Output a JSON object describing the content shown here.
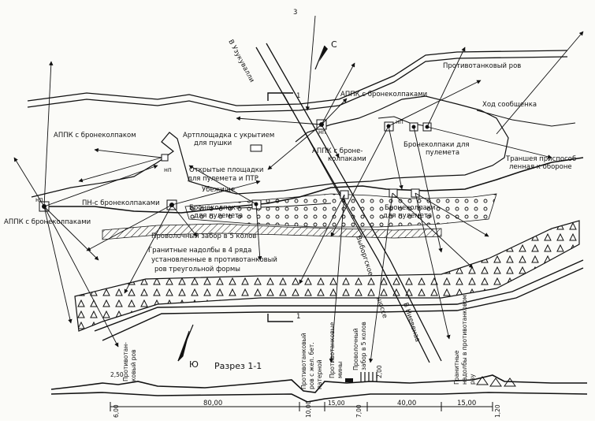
{
  "labels": {
    "top_number": "3",
    "north": "С",
    "south": "Ю",
    "road_top": "В Узукувалли",
    "anti_tank_ditch": "Противотанковый ров",
    "appk_top": "АППК с бронеколпаками",
    "communication_trench": "Ход сообщенка",
    "appk_left": "АППК с бронеколпаком",
    "art_platform_1": "Артплощадка с укрытием",
    "art_platform_2": "для пушки",
    "appk_center_1": "АППК  с броне-",
    "appk_center_2": "колпаками",
    "np": "нп",
    "bronekolpaki_mg_1": "Бронеколпаки  для",
    "bronekolpaki_mg_2": "пулемета",
    "trench_1": "Траншея приспособ",
    "trench_2": "ленная к обороне",
    "open_pos_1": "Открытые площадки",
    "open_pos_2": "для пулемета и ПТР",
    "shelter": "Убежище",
    "pn": "ПН-с бронеколпаками",
    "bronekolpak_mg_1": "Бронеколпак",
    "bronekolpak_mg_2": "для пулемета",
    "bronekolpaki_mg_r1": "Бронеколпаки",
    "bronekolpaki_mg_r2": "для пулемета",
    "appk_bottom_left": "АППК с бронеколпаками",
    "wire_fence": "Проволочный забор в 5 колов",
    "granite_1": "Гранитные надолбы в 4 ряда",
    "granite_2": "установленные в противотанковый",
    "granite_3": "ров треугольной формы",
    "highway_vyborg": "Выборгское",
    "highway_word": "шоссе",
    "road_nieven": "В Ниевенаа",
    "section_title": "Разрез 1-1",
    "section_mark": "1",
    "sec_ditch_1": "Противотан-",
    "sec_ditch_2": "ковый ров",
    "sec_rail_1": "Противотанковый",
    "sec_rail_2": "ров с жел. бет.",
    "sec_rail_3": "патерной",
    "sec_mines_1": "Противотанковые",
    "sec_mines_2": "мины",
    "sec_wire_1": "Проволочный",
    "sec_wire_2": "забор в 5 колов",
    "sec_granite_1": "Гранитные",
    "sec_granite_2": "надолбы в противотанковом",
    "sec_granite_3": "рву",
    "dim_250": "2,50",
    "dim_600": "6,00",
    "dim_8000": "80,00",
    "dim_1000": "10,00",
    "dim_1500": "15,00",
    "dim_700": "7,00",
    "dim_4000": "40,00",
    "dim_200": "2,00",
    "dim_120": "1,20",
    "dim_1500b": "15,00"
  }
}
